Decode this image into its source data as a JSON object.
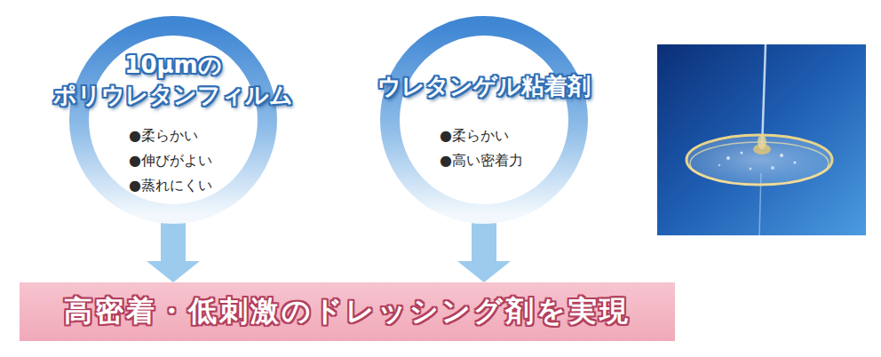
{
  "diagram": {
    "nodes": [
      {
        "text": [
          "10μmの ポリウレタンフィルム",
          "●柔らかい",
          "●伸びがよい",
          "●蒸れにくい"
        ]
      },
      {
        "text": [
          "ウレタンゲル粘着剤",
          "●柔らかい",
          "●高い密着力"
        ]
      },
      {
        "text": [
          "高密着・低刺激のドレッシング剤を実現"
        ]
      }
    ],
    "edges": [
      {
        "from": 0,
        "to": 2,
        "arrow": "to"
      },
      {
        "from": 1,
        "to": 2,
        "arrow": "to"
      }
    ]
  }
}
